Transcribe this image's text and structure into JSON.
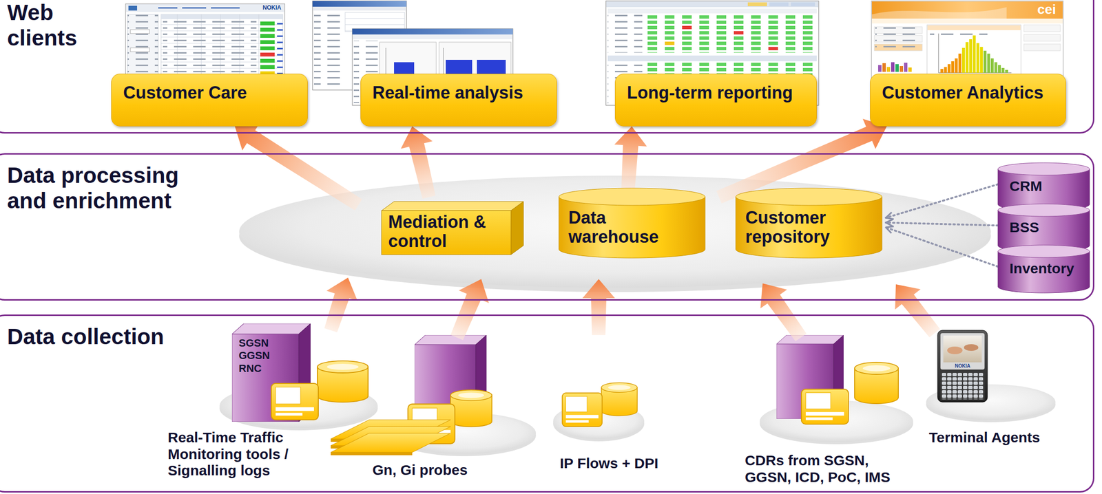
{
  "diagram": {
    "nodes": [
      {
        "text": [
          "Web clients"
        ]
      },
      {
        "text": [
          "Customer Care"
        ],
        "in": 0
      },
      {
        "text": [
          "Real-time analysis"
        ],
        "in": 0
      },
      {
        "text": [
          "Long-term reporting"
        ],
        "in": 0
      },
      {
        "text": [
          "Customer Analytics"
        ],
        "in": 0
      },
      {
        "text": [
          "Data processing and enrichment"
        ]
      },
      {
        "text": [
          "Mediation & control"
        ],
        "in": 5
      },
      {
        "text": [
          "Data warehouse"
        ],
        "in": 5
      },
      {
        "text": [
          "Customer repository"
        ],
        "in": 5
      },
      {
        "text": [
          "CRM"
        ],
        "in": 5
      },
      {
        "text": [
          "BSS"
        ],
        "in": 5
      },
      {
        "text": [
          "Inventory"
        ],
        "in": 5
      },
      {
        "text": [
          "Data collection"
        ]
      },
      {
        "text": [
          "SGSN GGSN RNC",
          "Real-Time Traffic Monitoring tools / Signalling logs"
        ],
        "in": 12
      },
      {
        "text": [
          "Gn, Gi probes"
        ],
        "in": 12
      },
      {
        "text": [
          "IP Flows + DPI"
        ],
        "in": 12
      },
      {
        "text": [
          "CDRs from SGSN, GGSN, ICD, PoC, IMS"
        ],
        "in": 12
      },
      {
        "text": [
          "Terminal Agents"
        ],
        "in": 12
      }
    ],
    "edges": [
      {
        "from": 13,
        "to": 5,
        "arrow": "to"
      },
      {
        "from": 14,
        "to": 5,
        "arrow": "to"
      },
      {
        "from": 15,
        "to": 5,
        "arrow": "to"
      },
      {
        "from": 16,
        "to": 5,
        "arrow": "to"
      },
      {
        "from": 17,
        "to": 5,
        "arrow": "to"
      },
      {
        "from": 5,
        "to": 1,
        "arrow": "to"
      },
      {
        "from": 5,
        "to": 2,
        "arrow": "to"
      },
      {
        "from": 5,
        "to": 3,
        "arrow": "to"
      },
      {
        "from": 5,
        "to": 4,
        "arrow": "to"
      },
      {
        "from": 9,
        "to": 8,
        "arrow": "to"
      },
      {
        "from": 10,
        "to": 8,
        "arrow": "to"
      },
      {
        "from": 11,
        "to": 8,
        "arrow": "to"
      }
    ],
    "labels": [
      "NOKIA",
      "cei",
      "NOKIA"
    ]
  }
}
